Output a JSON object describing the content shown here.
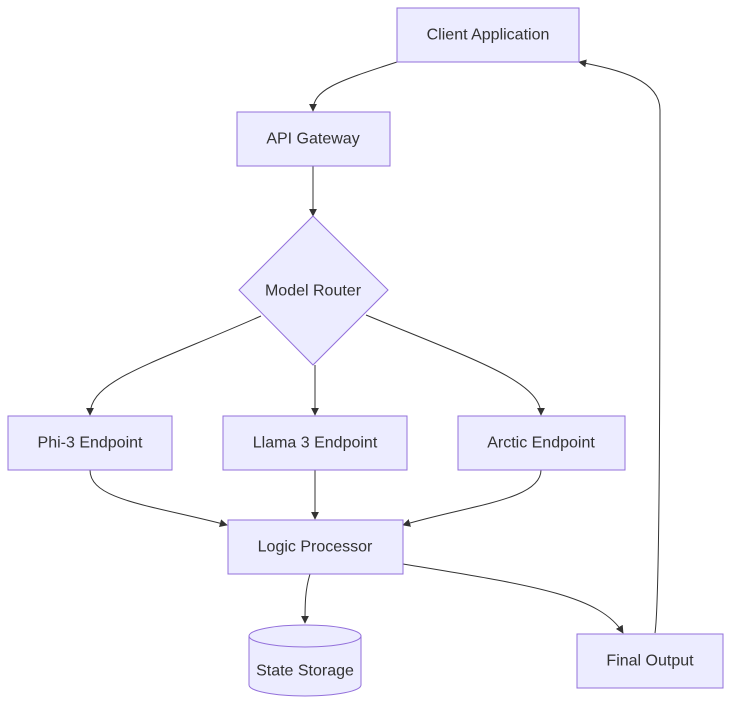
{
  "nodes": {
    "client": {
      "label": "Client Application"
    },
    "gateway": {
      "label": "API Gateway"
    },
    "router": {
      "label": "Model Router"
    },
    "phi3": {
      "label": "Phi-3 Endpoint"
    },
    "llama3": {
      "label": "Llama 3 Endpoint"
    },
    "arctic": {
      "label": "Arctic Endpoint"
    },
    "logic": {
      "label": "Logic Processor"
    },
    "storage": {
      "label": "State Storage"
    },
    "output": {
      "label": "Final Output"
    }
  },
  "edges": [
    {
      "from": "client",
      "to": "gateway"
    },
    {
      "from": "gateway",
      "to": "router"
    },
    {
      "from": "router",
      "to": "phi3"
    },
    {
      "from": "router",
      "to": "llama3"
    },
    {
      "from": "router",
      "to": "arctic"
    },
    {
      "from": "phi3",
      "to": "logic"
    },
    {
      "from": "llama3",
      "to": "logic"
    },
    {
      "from": "arctic",
      "to": "logic"
    },
    {
      "from": "logic",
      "to": "storage"
    },
    {
      "from": "logic",
      "to": "output"
    },
    {
      "from": "output",
      "to": "client"
    }
  ],
  "colors": {
    "node_fill": "#ececff",
    "node_stroke": "#9370db",
    "edge": "#333333",
    "text": "#333333"
  }
}
